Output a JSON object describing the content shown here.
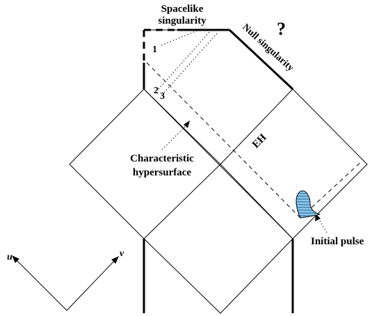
{
  "labels": {
    "spacelike_line1": "Spacelike",
    "spacelike_line2": "singularity",
    "null_singularity": "Null singularity",
    "question": "?",
    "region_1": "1",
    "region_2": "2",
    "region_3": "3",
    "eh": "EH",
    "char_line1": "Characteristic",
    "char_line2": "hypersurface",
    "initial_pulse": "Initial pulse",
    "axis_u": "u",
    "axis_v": "v"
  },
  "colors": {
    "line": "#000000",
    "pulse_fill": "#8ec8ec",
    "pulse_hatch": "#1f5f8f"
  }
}
